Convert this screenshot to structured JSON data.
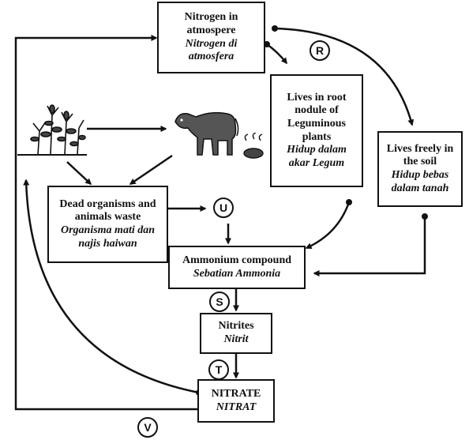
{
  "nodes": {
    "atmosphere": {
      "en": "Nitrogen in atmospere",
      "ms": "Nitrogen di atmosfera"
    },
    "root_nodule": {
      "en": "Lives in root nodule of Leguminous plants",
      "ms": "Hidup dalam akar Legum"
    },
    "soil": {
      "en": "Lives freely in the soil",
      "ms": "Hidup bebas dalam tanah"
    },
    "dead": {
      "en": "Dead organisms and animals waste",
      "ms": "Organisma mati dan najis haiwan"
    },
    "ammonium": {
      "en": "Ammonium compound",
      "ms": "Sebatian Ammonia"
    },
    "nitrites": {
      "en": "Nitrites",
      "ms": "Nitrit"
    },
    "nitrate": {
      "en": "NITRATE",
      "ms": "NITRAT"
    }
  },
  "labels": {
    "R": "R",
    "U": "U",
    "S": "S",
    "T": "T",
    "V": "V"
  },
  "illustrations": {
    "plants": "plants-illustration",
    "cow": "cow-illustration",
    "dung": "dung-illustration"
  }
}
